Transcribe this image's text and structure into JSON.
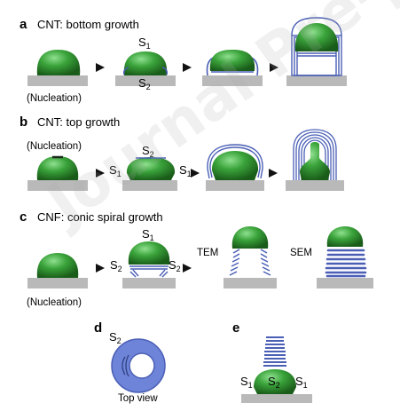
{
  "panels": {
    "a": {
      "letter": "a",
      "title": "CNT: bottom growth",
      "nucleation": "(Nucleation)",
      "s1": "S",
      "s1_sub": "1",
      "s2": "S",
      "s2_sub": "2"
    },
    "b": {
      "letter": "b",
      "title": "CNT: top growth",
      "nucleation": "(Nucleation)",
      "s2": "S",
      "s2_sub": "2",
      "s1": "S",
      "s1_sub": "1"
    },
    "c": {
      "letter": "c",
      "title": "CNF: conic spiral growth",
      "nucleation": "(Nucleation)",
      "s1": "S",
      "s1_sub": "1",
      "s2": "S",
      "s2_sub": "2",
      "tem": "TEM",
      "sem": "SEM"
    },
    "d": {
      "letter": "d",
      "s2": "S",
      "s2_sub": "2",
      "caption": "Top view"
    },
    "e": {
      "letter": "e",
      "s1": "S",
      "s1_sub": "1",
      "s2": "S",
      "s2_sub": "2"
    }
  },
  "watermark": "Journal Pre-proof",
  "colors": {
    "particle": "#2e8b2e",
    "particle_light": "#7fd27f",
    "particle_dark": "#1a5c1a",
    "carbon": "#4a5fb5",
    "carbon_fill": "#6d84d8",
    "substrate": "#b9b9b9",
    "arrow": "#111111"
  }
}
